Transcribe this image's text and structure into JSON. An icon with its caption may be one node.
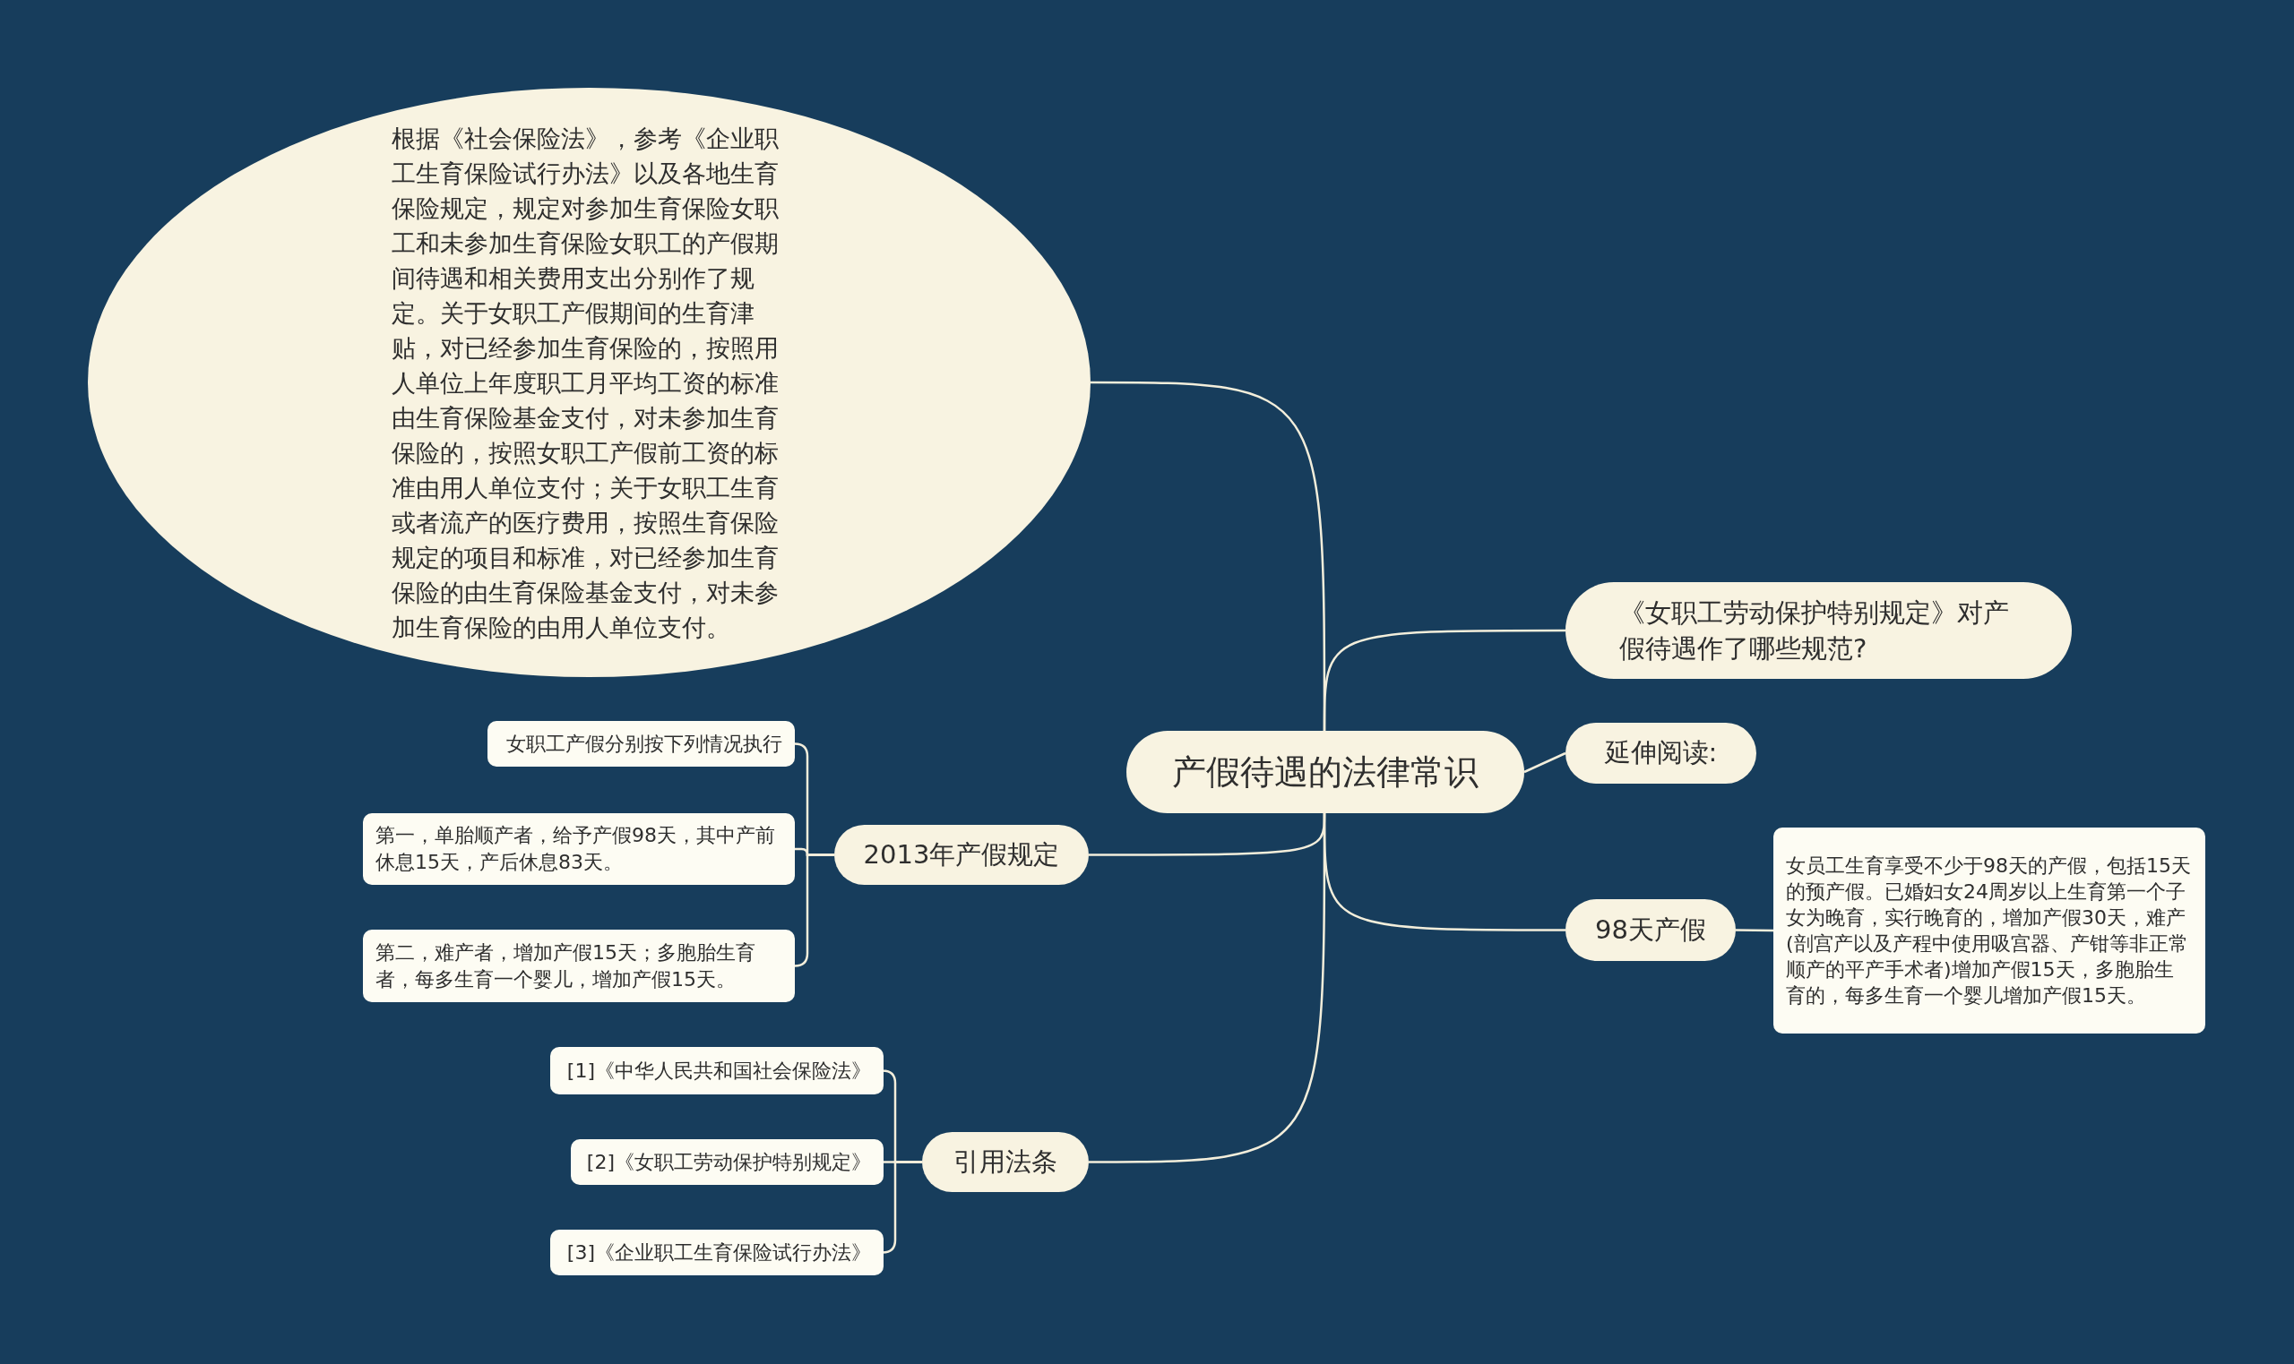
{
  "diagram": {
    "nodes": [
      {
        "text": [
          "产假待遇的法律常识"
        ]
      },
      {
        "text": [
          "根据《社会保险法》，参考《企业职工生育保险试行办法》以及各地生育保险规定，规定对参加生育保险女职工和未参加生育保险女职工的产假期间待遇和相关费用支出分别作了规定。关于女职工产假期间的生育津贴，对已经参加生育保险的，按照用人单位上年度职工月平均工资的标准由生育保险基金支付，对未参加生育保险的，按照女职工产假前工资的标准由用人单位支付；关于女职工生育或者流产的医疗费用，按照生育保险规定的项目和标准，对已经参加生育保险的由生育保险基金支付，对未参加生育保险的由用人单位支付。"
        ]
      },
      {
        "text": [
          "《女职工劳动保护特别规定》对产假待遇作了哪些规范?"
        ]
      },
      {
        "text": [
          "延伸阅读:"
        ]
      },
      {
        "text": [
          "2013年产假规定"
        ]
      },
      {
        "text": [
          "女职工产假分别按下列情况执行"
        ]
      },
      {
        "text": [
          "第一，单胎顺产者，给予产假98天，其中产前休息15天，产后休息83天。"
        ]
      },
      {
        "text": [
          "第二，难产者，增加产假15天；多胞胎生育者，每多生育一个婴儿，增加产假15天。"
        ]
      },
      {
        "text": [
          "98天产假"
        ]
      },
      {
        "text": [
          "女员工生育享受不少于98天的产假，包括15天的预产假。已婚妇女24周岁以上生育第一个子女为晚育，实行晚育的，增加产假30天，难产(剖宫产以及产程中使用吸宫器、产钳等非正常顺产的平产手术者)增加产假15天，多胞胎生育的，每多生育一个婴儿增加产假15天。"
        ]
      },
      {
        "text": [
          "引用法条"
        ]
      },
      {
        "text": [
          "[1]《中华人民共和国社会保险法》"
        ]
      },
      {
        "text": [
          "[2]《女职工劳动保护特别规定》"
        ]
      },
      {
        "text": [
          "[3]《企业职工生育保险试行办法》"
        ]
      }
    ],
    "edges": [
      {
        "from": 0,
        "to": 1,
        "arrow": "none"
      },
      {
        "from": 0,
        "to": 2,
        "arrow": "none"
      },
      {
        "from": 0,
        "to": 3,
        "arrow": "none"
      },
      {
        "from": 0,
        "to": 4,
        "arrow": "none"
      },
      {
        "from": 4,
        "to": 5,
        "arrow": "none"
      },
      {
        "from": 4,
        "to": 6,
        "arrow": "none"
      },
      {
        "from": 4,
        "to": 7,
        "arrow": "none"
      },
      {
        "from": 0,
        "to": 8,
        "arrow": "none"
      },
      {
        "from": 8,
        "to": 9,
        "arrow": "none"
      },
      {
        "from": 0,
        "to": 10,
        "arrow": "none"
      },
      {
        "from": 10,
        "to": 11,
        "arrow": "none"
      },
      {
        "from": 10,
        "to": 12,
        "arrow": "none"
      },
      {
        "from": 10,
        "to": 13,
        "arrow": "none"
      }
    ]
  }
}
